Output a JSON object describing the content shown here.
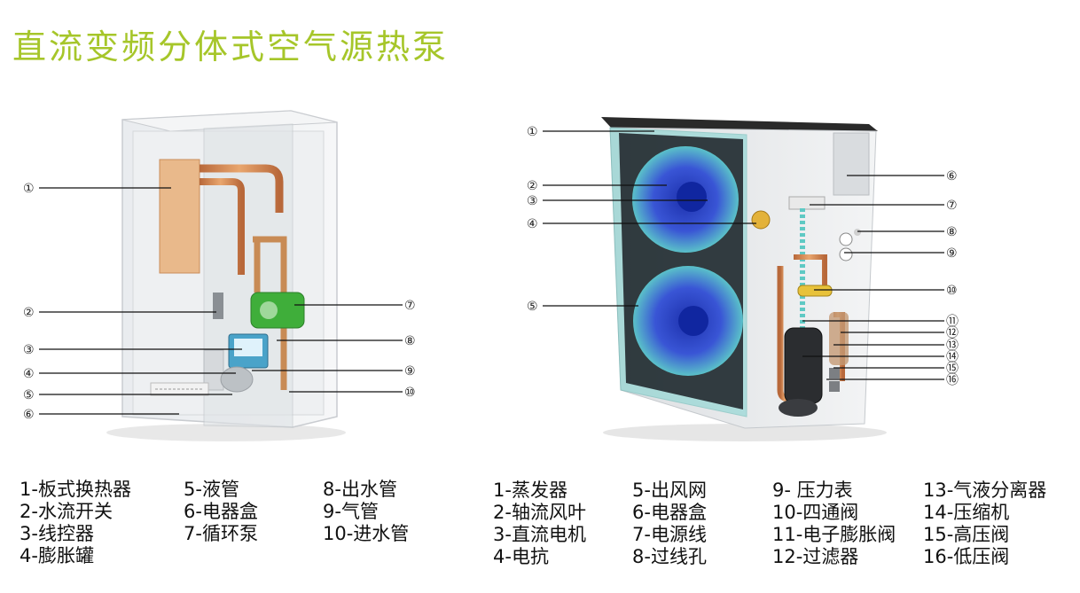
{
  "title": "直流变频分体式空气源热泵",
  "callouts": {
    "indoor": [
      "①",
      "②",
      "③",
      "④",
      "⑤",
      "⑥",
      "⑦",
      "⑧",
      "⑨",
      "⑩"
    ],
    "outdoor": [
      "①",
      "②",
      "③",
      "④",
      "⑤",
      "⑥",
      "⑦",
      "⑧",
      "⑨",
      "⑩",
      "⑪",
      "⑫",
      "⑬",
      "⑭",
      "⑮",
      "⑯"
    ]
  },
  "legend_indoor": {
    "col1": [
      "1-板式换热器",
      "2-水流开关",
      "3-线控器",
      "4-膨胀罐"
    ],
    "col2": [
      "5-液管",
      "6-电器盒",
      "7-循环泵"
    ],
    "col3": [
      "8-出水管",
      "9-气管",
      "10-进水管"
    ]
  },
  "legend_outdoor": {
    "col1": [
      "1-蒸发器",
      "2-轴流风叶",
      "3-直流电机",
      "4-电抗"
    ],
    "col2": [
      "5-出风网",
      "6-电器盒",
      "7-电源线",
      "8-过线孔"
    ],
    "col3": [
      "9- 压力表",
      "10-四通阀",
      "11-电子膨胀阀",
      "12-过滤器"
    ],
    "col4": [
      "13-气液分离器",
      "14-压缩机",
      "15-高压阀",
      "16-低压阀"
    ]
  },
  "colors": {
    "title": "#a6c62a",
    "copper": "#d28a4a",
    "pump_green": "#3fae3a",
    "fan_blue": "#2f49d8",
    "coil_teal": "#5fc9c4"
  }
}
